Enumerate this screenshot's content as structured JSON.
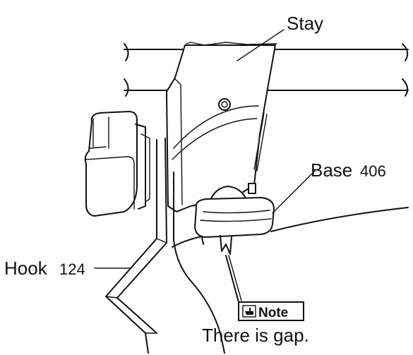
{
  "labels": {
    "stay": "Stay",
    "base": "Base",
    "base_num": "406",
    "hook": "Hook",
    "hook_num": "124",
    "note": "Note",
    "caption": "There is gap."
  },
  "icons": {
    "note": "pointing-hand-icon"
  }
}
